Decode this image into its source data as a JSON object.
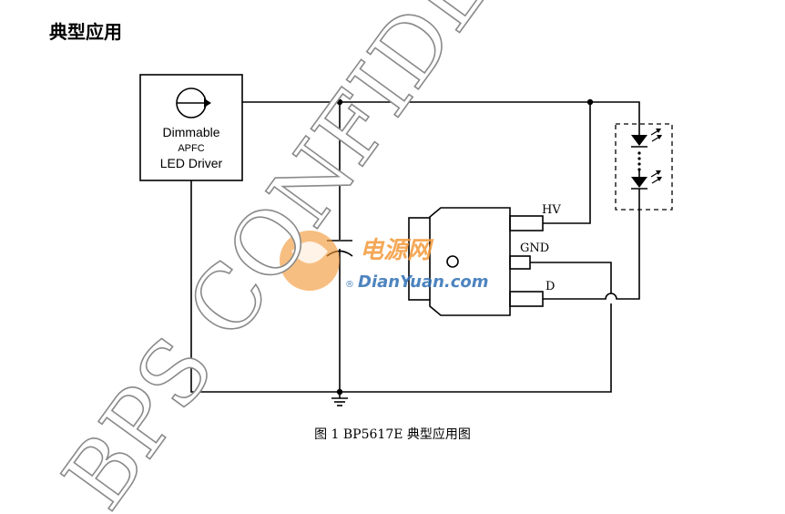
{
  "title": "典型应用",
  "caption": "图 1 BP5617E 典型应用图",
  "driver": {
    "line1": "Dimmable",
    "line2": "APFC",
    "line3": "LED Driver"
  },
  "pins": {
    "hv": "HV",
    "gnd": "GND",
    "d": "D"
  },
  "watermark": {
    "text": "BPS CONFIDENTIAL",
    "logo_cn": "电源网",
    "logo_en": "DianYuan.com",
    "reg": "®"
  },
  "colors": {
    "logo_orange": "#f39a3a",
    "logo_blue": "#2f6fb5",
    "line": "#000000"
  }
}
